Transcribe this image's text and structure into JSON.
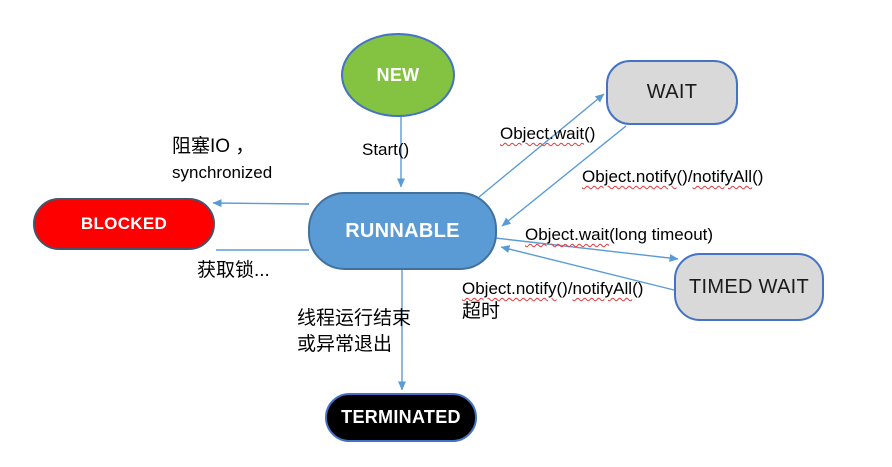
{
  "diagram": {
    "type": "state-diagram",
    "colors": {
      "arrow": "#5B9BD5",
      "label_text": "#000000",
      "spellcheck_underline": "#E4393C"
    },
    "nodes": {
      "new": {
        "label": "NEW",
        "fill": "#83C341",
        "border": "#4472C4",
        "text_color": "#FFFFFF"
      },
      "runnable": {
        "label": "RUNNABLE",
        "fill": "#5B9BD5",
        "border": "#41719C",
        "text_color": "#FFFFFF"
      },
      "blocked": {
        "label": "BLOCKED",
        "fill": "#FF0000",
        "border": "#44546A",
        "text_color": "#FFFFFF"
      },
      "wait": {
        "label": "WAIT",
        "fill": "#D9D9D9",
        "border": "#4472C4",
        "text_color": "#1A1A1A"
      },
      "timed_wait": {
        "label": "TIMED WAIT",
        "fill": "#D9D9D9",
        "border": "#4472C4",
        "text_color": "#1A1A1A"
      },
      "terminated": {
        "label": "TERMINATED",
        "fill": "#000000",
        "border": "#4472C4",
        "text_color": "#FFFFFF"
      }
    },
    "labels": {
      "start": "Start()",
      "to_blocked": [
        "阻塞IO ，",
        "synchronized"
      ],
      "from_blocked": "获取锁...",
      "to_wait": {
        "wavy": "Object.wait",
        "plain": "()"
      },
      "from_wait": {
        "wavy1": "Object.notify",
        "plain1": "()/",
        "wavy2": "notifyAll",
        "plain2": "()"
      },
      "to_timed_wait": {
        "wavy": "Object.wait",
        "plain": "(long timeout)"
      },
      "from_timed_wait": {
        "wavy1": "Object.notify",
        "plain1": "()/",
        "wavy2": "notifyAll",
        "plain2": "()",
        "line2": "超时"
      },
      "to_terminated": [
        "线程运行结束",
        "或异常退出"
      ]
    }
  }
}
